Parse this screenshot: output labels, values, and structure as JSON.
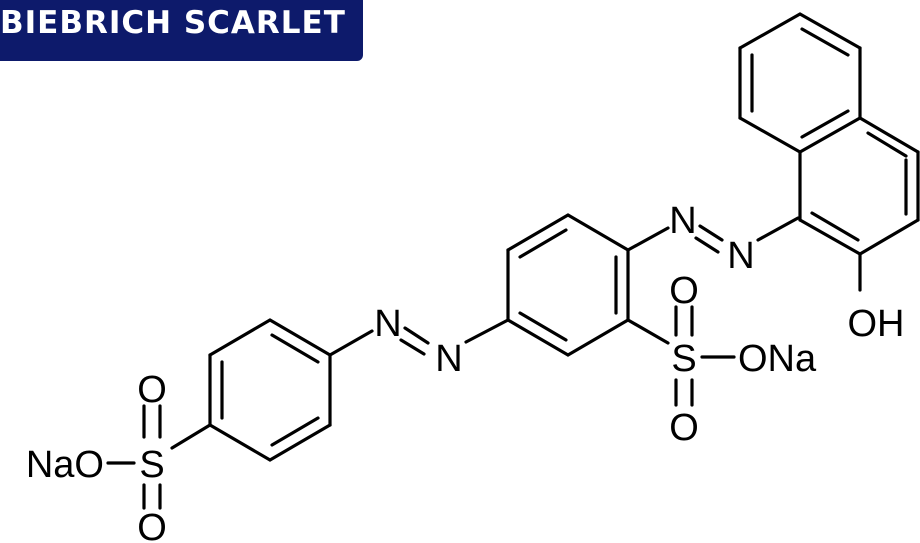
{
  "title": "BIEBRICH SCARLET",
  "colors": {
    "banner": "#0d1a6b",
    "banner_text": "#ffffff",
    "structure": "#000000"
  },
  "atoms": {
    "n1": "N",
    "n2": "N",
    "n3": "N",
    "n4": "N",
    "oh": "OH",
    "s_left": "S",
    "o_left_top": "O",
    "o_left_bottom": "O",
    "nao_left": "NaO",
    "s_mid": "S",
    "o_mid_top": "O",
    "o_mid_bottom": "O",
    "ona_mid": "ONa"
  }
}
